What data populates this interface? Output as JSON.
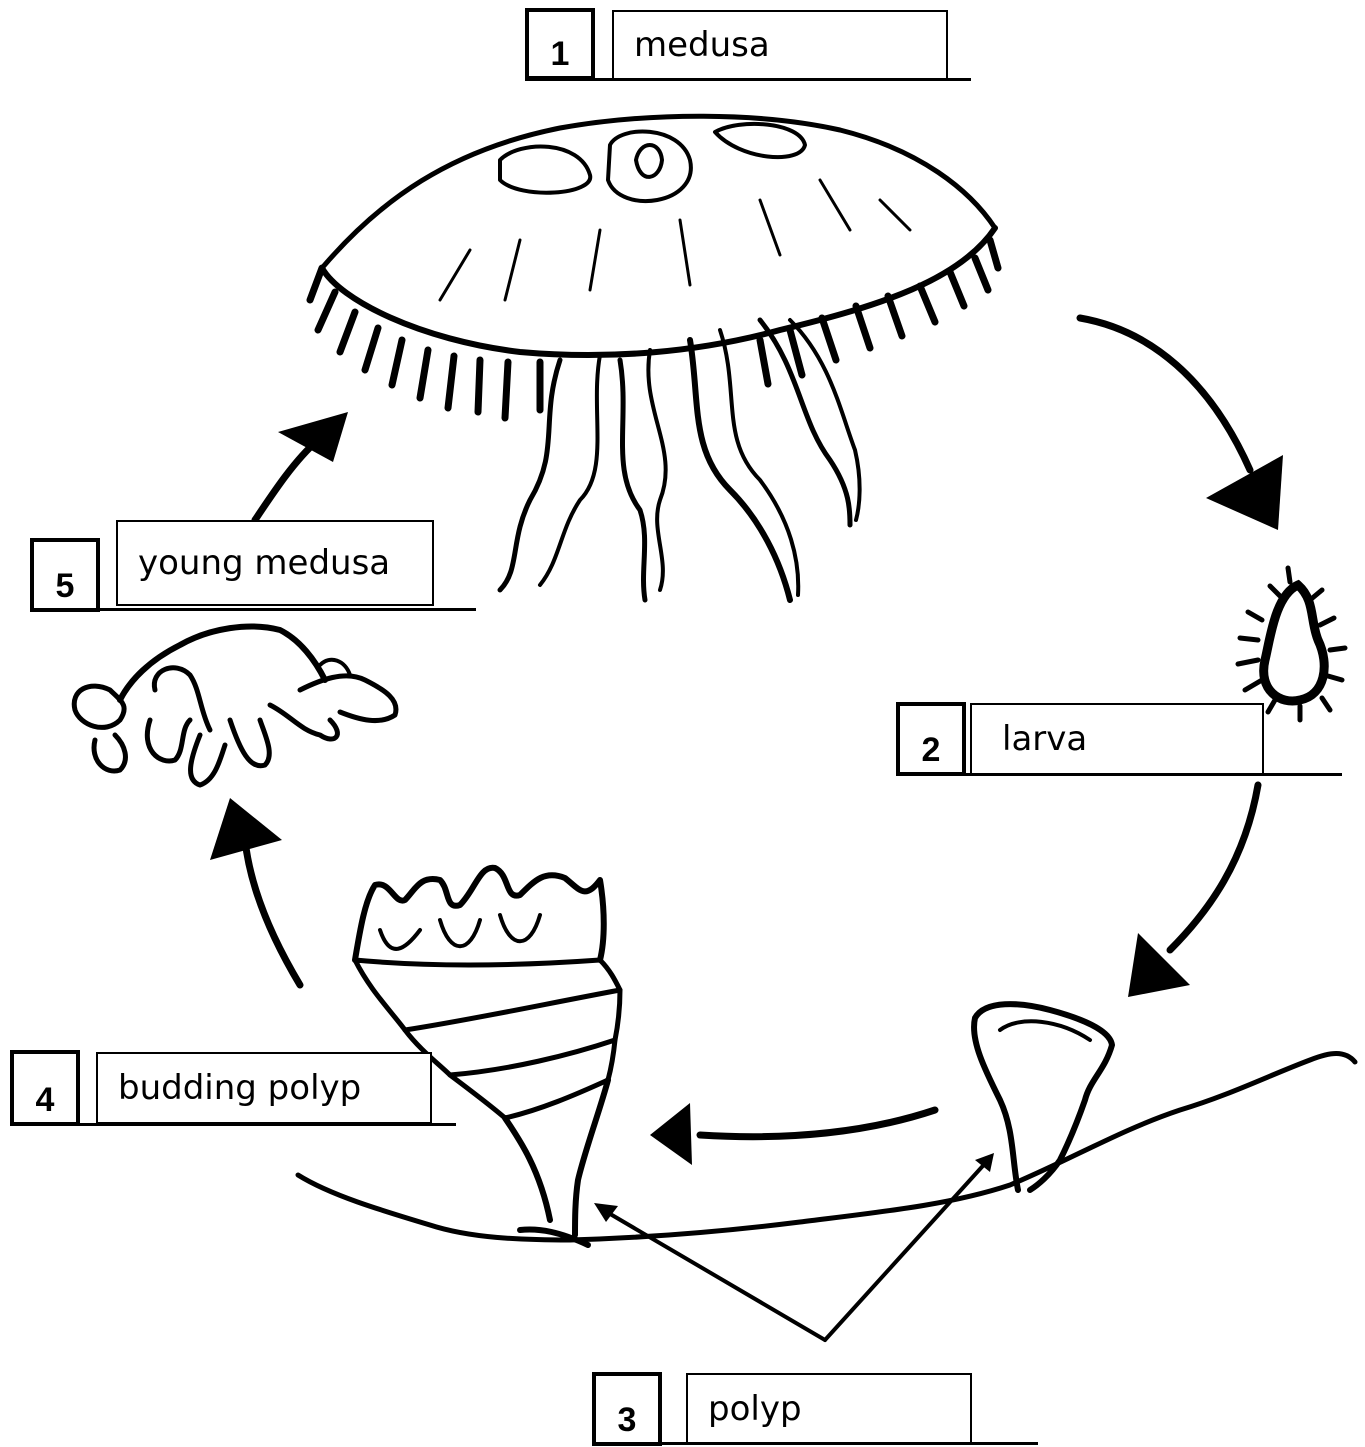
{
  "stages": [
    {
      "number": "1",
      "label": "medusa"
    },
    {
      "number": "2",
      "label": "larva"
    },
    {
      "number": "3",
      "label": "polyp"
    },
    {
      "number": "4",
      "label": "budding polyp"
    },
    {
      "number": "5",
      "label": "young medusa"
    }
  ]
}
